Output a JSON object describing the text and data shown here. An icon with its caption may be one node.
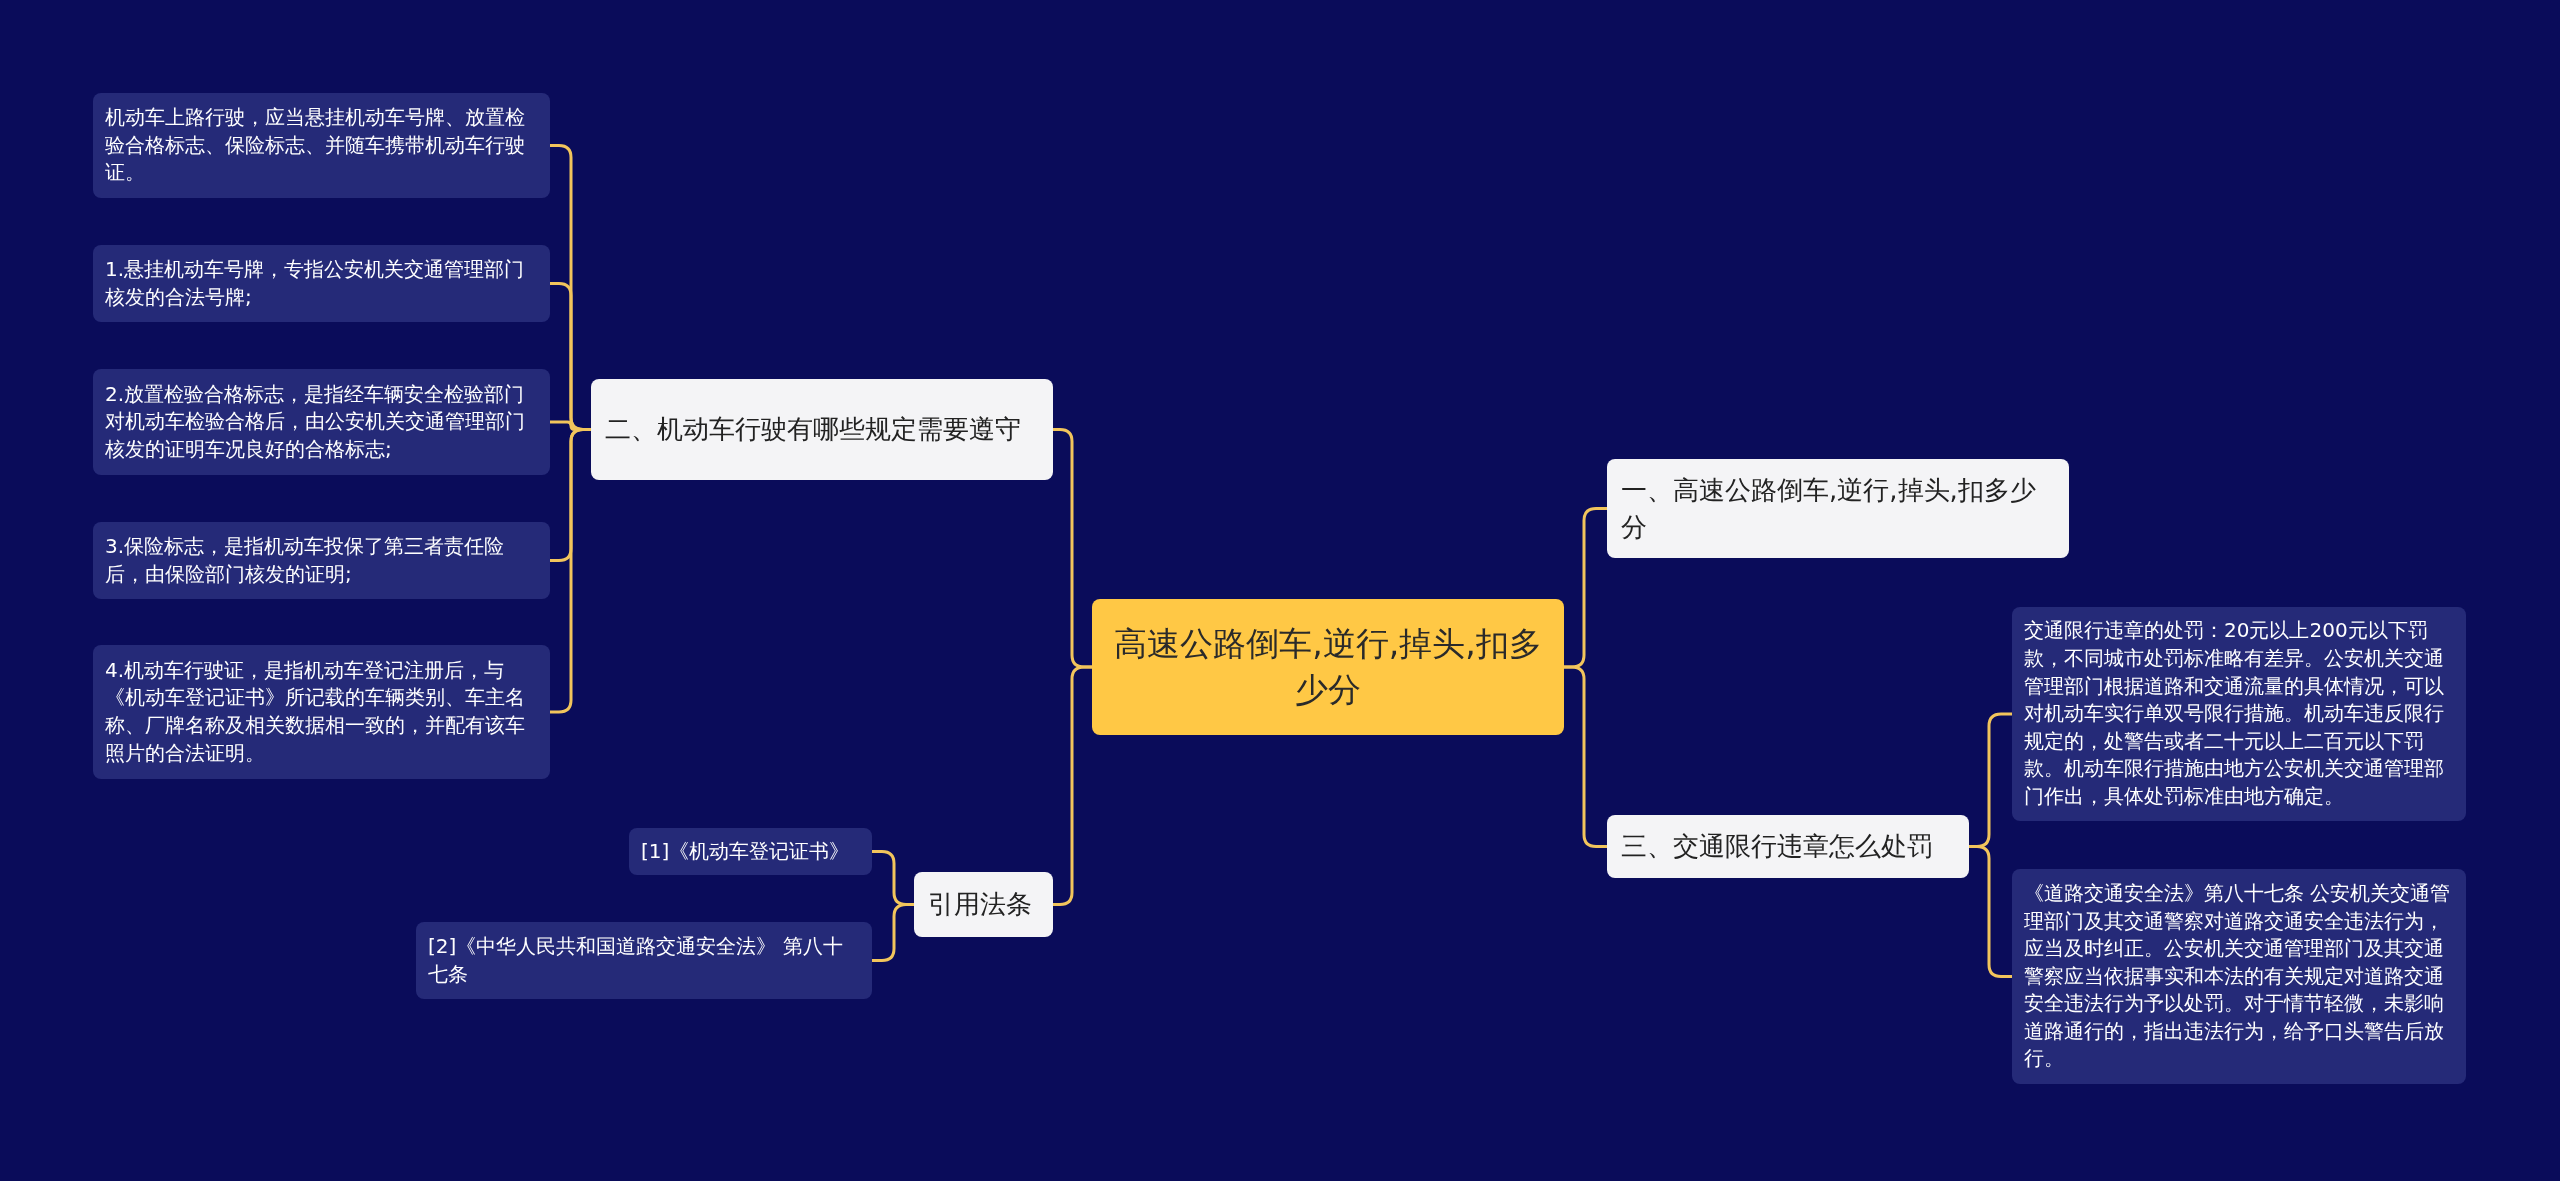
{
  "diagram": {
    "nodes": [
      {
        "text": [
          "高速公路倒车,逆行,掉头,扣多少分"
        ]
      },
      {
        "text": [
          "二、机动车行驶有哪些规定需要遵守"
        ]
      },
      {
        "text": [
          "机动车上路行驶，应当悬挂机动车号牌、放置检验合格标志、保险标志、并随车携带机动车行驶证。"
        ]
      },
      {
        "text": [
          "1.悬挂机动车号牌，专指公安机关交通管理部门核发的合法号牌;"
        ]
      },
      {
        "text": [
          "2.放置检验合格标志，是指经车辆安全检验部门对机动车检验合格后，由公安机关交通管理部门核发的证明车况良好的合格标志;"
        ]
      },
      {
        "text": [
          "3.保险标志，是指机动车投保了第三者责任险后，由保险部门核发的证明;"
        ]
      },
      {
        "text": [
          "4.机动车行驶证，是指机动车登记注册后，与《机动车登记证书》所记载的车辆类别、车主名称、厂牌名称及相关数据相一致的，并配有该车照片的合法证明。"
        ]
      },
      {
        "text": [
          "引用法条"
        ]
      },
      {
        "text": [
          "[1]《机动车登记证书》"
        ]
      },
      {
        "text": [
          "[2]《中华人民共和国道路交通安全法》 第八十七条"
        ]
      },
      {
        "text": [
          "一、高速公路倒车,逆行,掉头,扣多少分"
        ]
      },
      {
        "text": [
          "三、交通限行违章怎么处罚"
        ]
      },
      {
        "text": [
          "交通限行违章的处罚：20元以上200元以下罚款，不同城市处罚标准略有差异。公安机关交通管理部门根据道路和交通流量的具体情况，可以对机动车实行单双号限行措施。机动车违反限行规定的，处警告或者二十元以上二百元以下罚款。机动车限行措施由地方公安机关交通管理部门作出，具体处罚标准由地方确定。"
        ]
      },
      {
        "text": [
          "《道路交通安全法》第八十七条 公安机关交通管理部门及其交通警察对道路交通安全违法行为，应当及时纠正。公安机关交通管理部门及其交通警察应当依据事实和本法的有关规定对道路交通安全违法行为予以处罚。对于情节轻微，未影响道路通行的，指出违法行为，给予口头警告后放行。"
        ]
      }
    ],
    "edges": [
      {
        "from": 0,
        "to": 1,
        "arrow": "none"
      },
      {
        "from": 1,
        "to": 2,
        "arrow": "none"
      },
      {
        "from": 1,
        "to": 3,
        "arrow": "none"
      },
      {
        "from": 1,
        "to": 4,
        "arrow": "none"
      },
      {
        "from": 1,
        "to": 5,
        "arrow": "none"
      },
      {
        "from": 1,
        "to": 6,
        "arrow": "none"
      },
      {
        "from": 0,
        "to": 7,
        "arrow": "none"
      },
      {
        "from": 7,
        "to": 8,
        "arrow": "none"
      },
      {
        "from": 7,
        "to": 9,
        "arrow": "none"
      },
      {
        "from": 0,
        "to": 10,
        "arrow": "none"
      },
      {
        "from": 0,
        "to": 11,
        "arrow": "none"
      },
      {
        "from": 11,
        "to": 12,
        "arrow": "none"
      },
      {
        "from": 11,
        "to": 13,
        "arrow": "none"
      }
    ]
  }
}
